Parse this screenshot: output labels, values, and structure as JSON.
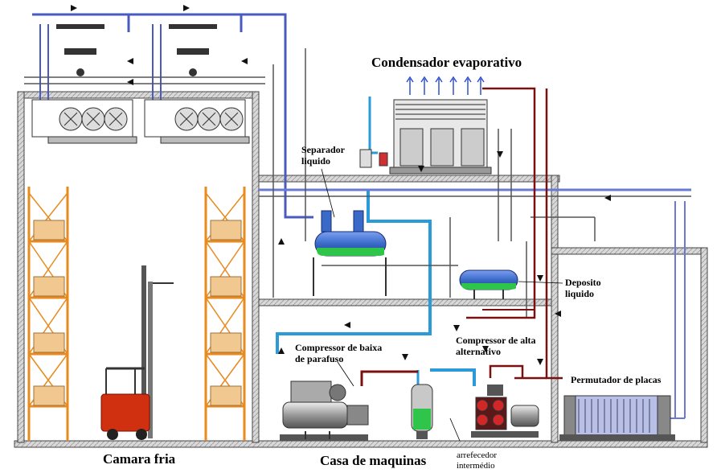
{
  "labels": {
    "condensador": "Condensador evaporativo",
    "separador": "Separador\nliquido",
    "deposito": "Deposito\nliquido",
    "compressor_baixa": "Compressor de baixa\nde parafuso",
    "compressor_alta": "Compressor de alta\nalternativo",
    "permutador": "Permutador de placas",
    "camara_fria": "Camara fria",
    "casa_maquinas": "Casa de maquinas",
    "arrefecedor": "arrefecedor\nintermédio"
  },
  "colors": {
    "suction_line": "#4a5bbf",
    "liquid_line": "#2a9ad8",
    "discharge_line": "#7a1010",
    "structure": "#333333",
    "equipment_blue": "#3a6ac8",
    "liquid_green": "#2fc44a",
    "rack_orange": "#e88a1e",
    "box_tan": "#f0c890",
    "forklift_red": "#d03010"
  }
}
